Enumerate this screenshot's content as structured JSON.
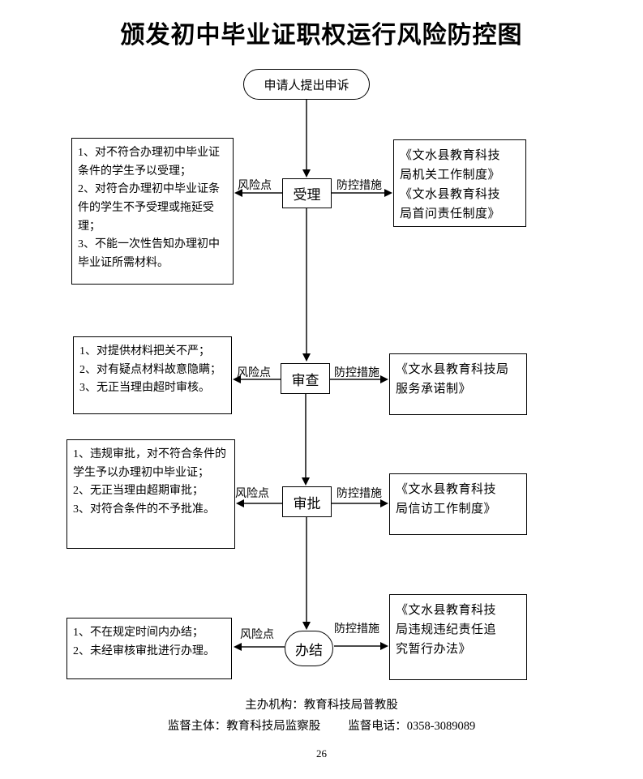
{
  "page": {
    "title": "颁发初中毕业证职权运行风险防控图",
    "page_number": "26"
  },
  "flow": {
    "start_label": "申请人提出申诉",
    "risk_point_label": "风险点",
    "control_measure_label": "防控措施",
    "steps": [
      {
        "name": "受理",
        "risks": "1、对不符合办理初中毕业证条件的学生予以受理；\n2、对符合办理初中毕业证条件的学生不予受理或拖延受理；\n3、不能一次性告知办理初中毕业证所需材料。",
        "measures": "《文水县教育科技\n局机关工作制度》\n《文水县教育科技\n局首问责任制度》"
      },
      {
        "name": "审查",
        "risks": "1、对提供材料把关不严；\n2、对有疑点材料故意隐瞒；3、无正当理由超时审核。",
        "measures": "《文水县教育科技局\n服务承诺制》"
      },
      {
        "name": "审批",
        "risks": "1、违规审批，对不符合条件的学生予以办理初中毕业证；\n2、无正当理由超期审批；\n3、对符合条件的不予批准。",
        "measures": "《文水县教育科技\n局信访工作制度》"
      },
      {
        "name": "办结",
        "risks": "1、不在规定时间内办结；\n2、未经审核审批进行办理。",
        "measures": "《文水县教育科技\n局违规违纪责任追\n究暂行办法》"
      }
    ]
  },
  "footer": {
    "organizer": "主办机构：教育科技局普教股",
    "supervisor": "监督主体：教育科技局监察股",
    "phone": "监督电话：0358-3089089"
  }
}
